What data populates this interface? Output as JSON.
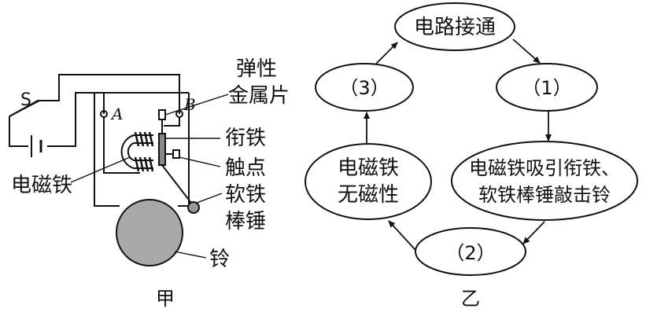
{
  "left_diagram": {
    "caption": "甲",
    "labels": {
      "switch": "S",
      "terminal_a": "A",
      "terminal_b": "B",
      "spring_line1": "弹性",
      "spring_line2": "金属片",
      "armature": "衔铁",
      "electromagnet": "电磁铁",
      "contact": "触点",
      "hammer_line1": "软铁",
      "hammer_line2": "棒锤",
      "bell": "铃"
    }
  },
  "right_diagram": {
    "caption": "乙",
    "nodes": {
      "top": "电路接通",
      "right": "（1）",
      "bottom_right_line1": "电磁铁吸引衔铁、",
      "bottom_right_line2": "软铁棒锤敲击铃",
      "bottom": "（2）",
      "left_line1": "电磁铁",
      "left_line2": "无磁性",
      "top_left": "（3）"
    }
  }
}
